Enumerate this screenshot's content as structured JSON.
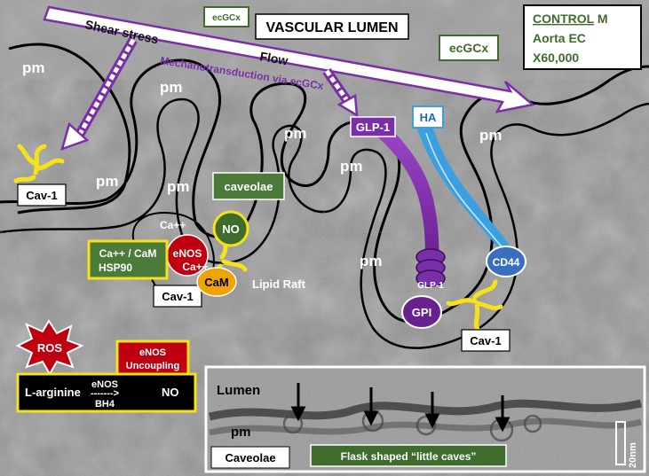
{
  "header": {
    "vascular_lumen": "VASCULAR LUMEN",
    "ecgcx_small": "ecGCx",
    "ecgcx_right": "ecGCx",
    "control_word": "CONTROL",
    "control_suffix": " M",
    "aorta": "Aorta  EC",
    "magnification": "X60,000"
  },
  "arrows": {
    "shear_stress": "Shear stress",
    "flow": "Flow",
    "mechano": "Mechanotransduction via ecGCx"
  },
  "membrane": {
    "pm_labels": [
      "pm",
      "pm",
      "pm",
      "pm",
      "pm",
      "pm",
      "pm",
      "pm"
    ]
  },
  "proteins": {
    "glp1_top": "GLP-1",
    "ha": "HA",
    "glp1_small": "GLP-1",
    "gpi": "GPI",
    "cd44": "CD44",
    "cav1_a": "Cav-1",
    "cav1_b": "Cav-1",
    "cav1_c": "Cav-1"
  },
  "caveolae_box": "caveolae",
  "enos_complex": {
    "ca_top": "Ca++",
    "no": "NO",
    "enos": "eNOS",
    "ca_enos": "Ca++",
    "cam_box_line1": "Ca++ / CaM",
    "cam_box_line2": "HSP90",
    "cam": "CaM",
    "lipid_raft": "Lipid Raft"
  },
  "uncoupling": {
    "ros": "ROS",
    "line1": "eNOS",
    "line2": "Uncoupling"
  },
  "reaction": {
    "substrate": "L-arginine",
    "enzyme": "eNOS",
    "arrow": "------->",
    "product": "NO",
    "cofactor": "BH4"
  },
  "inset": {
    "lumen": "Lumen",
    "pm": "pm",
    "caveolae": "Caveolae",
    "flask": "Flask shaped  “little caves”",
    "scale": "20nm"
  },
  "colors": {
    "green_dark": "#3f6b2c",
    "green_box": "#4c7a38",
    "purple": "#7a2fa8",
    "blue": "#3aa0e0",
    "yellow": "#f5e21a",
    "red": "#c00010",
    "orange": "#f0a400"
  }
}
